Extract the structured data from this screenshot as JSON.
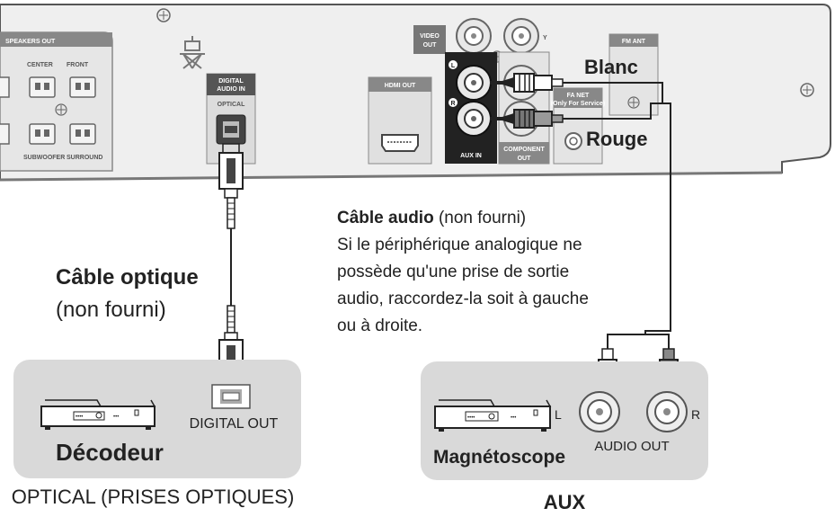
{
  "panel": {
    "speakers_out": "SPEAKERS OUT",
    "center": "CENTER",
    "front": "FRONT",
    "subwoofer": "SUBWOOFER",
    "surround": "SURROUND",
    "digital_audio_in_1": "DIGITAL",
    "digital_audio_in_2": "AUDIO IN",
    "optical": "OPTICAL",
    "video_out_1": "VIDEO",
    "video_out_2": "OUT",
    "hdmi_out": "HDMI OUT",
    "aux_in": "AUX IN",
    "component_out_1": "COMPONENT",
    "component_out_2": "OUT",
    "fa_net_1": "FA NET",
    "fa_net_2": "(Only For Service)",
    "fm_ant": "FM ANT",
    "y": "Y"
  },
  "labels": {
    "blanc": "Blanc",
    "rouge": "Rouge",
    "optical_cable_title": "Câble optique",
    "optical_cable_note": "(non fourni)",
    "audio_cable_title": "Câble audio",
    "audio_cable_note": " (non fourni)",
    "audio_cable_desc": [
      "Si le périphérique analogique ne",
      "possède qu'une prise de sortie",
      "audio, raccordez-la soit à gauche",
      "ou à droite."
    ]
  },
  "decoder_box": {
    "name": "Décodeur",
    "port": "DIGITAL OUT",
    "caption": "OPTICAL (PRISES OPTIQUES)"
  },
  "vcr_box": {
    "name": "Magnétoscope",
    "port": "AUDIO OUT",
    "left": "L",
    "right": "R",
    "caption": "AUX"
  }
}
